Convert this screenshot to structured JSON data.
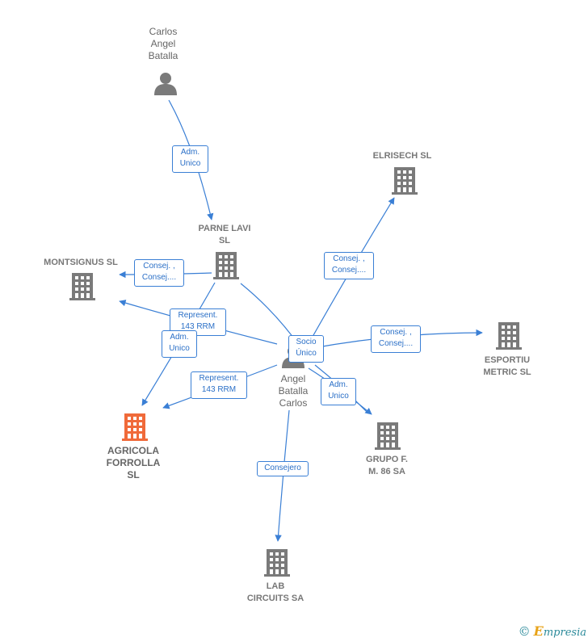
{
  "nodes": {
    "carlos_angel_batalla": {
      "label": "Carlos\nAngel\nBatalla",
      "type": "person"
    },
    "parne_lavi": {
      "label": "PARNE LAVI\nSL",
      "type": "company"
    },
    "elrisech": {
      "label": "ELRISECH  SL",
      "type": "company"
    },
    "montsignus": {
      "label": "MONTSIGNUS SL",
      "type": "company"
    },
    "esportiu_metric": {
      "label": "ESPORTIU\nMETRIC SL",
      "type": "company"
    },
    "angel_batalla_carlos": {
      "label": "Angel\nBatalla\nCarlos",
      "type": "person"
    },
    "agricola_forrolla": {
      "label": "AGRICOLA\nFORROLLA\nSL",
      "type": "company"
    },
    "grupo_f_m86": {
      "label": "GRUPO F.\nM. 86 SA",
      "type": "company"
    },
    "lab_circuits": {
      "label": "LAB\nCIRCUITS SA",
      "type": "company"
    }
  },
  "edges": {
    "carlos_to_parne": "Adm.\nUnico",
    "parne_to_montsignus": "Consej. ,\nConsej....",
    "angel_to_montsignus": "Represent.\n143 RRM",
    "parne_to_agricola": "Adm.\nUnico",
    "angel_to_agricola": "Represent.\n143 RRM",
    "angel_to_elrisech": "Consej. ,\nConsej....",
    "angel_to_esportiu": "Consej. ,\nConsej....",
    "parne_socio_unico": "Socio\nÚnico",
    "angel_to_grupo": "Adm.\nUnico",
    "angel_to_lab": "Consejero"
  },
  "colors": {
    "edge": "#3a7fd5",
    "building": "#7a7a7a",
    "highlight_building": "#f06a3a",
    "person": "#7a7a7a"
  },
  "footer": {
    "copyright": "©",
    "brand_e": "E",
    "brand_rest": "mpresia"
  }
}
